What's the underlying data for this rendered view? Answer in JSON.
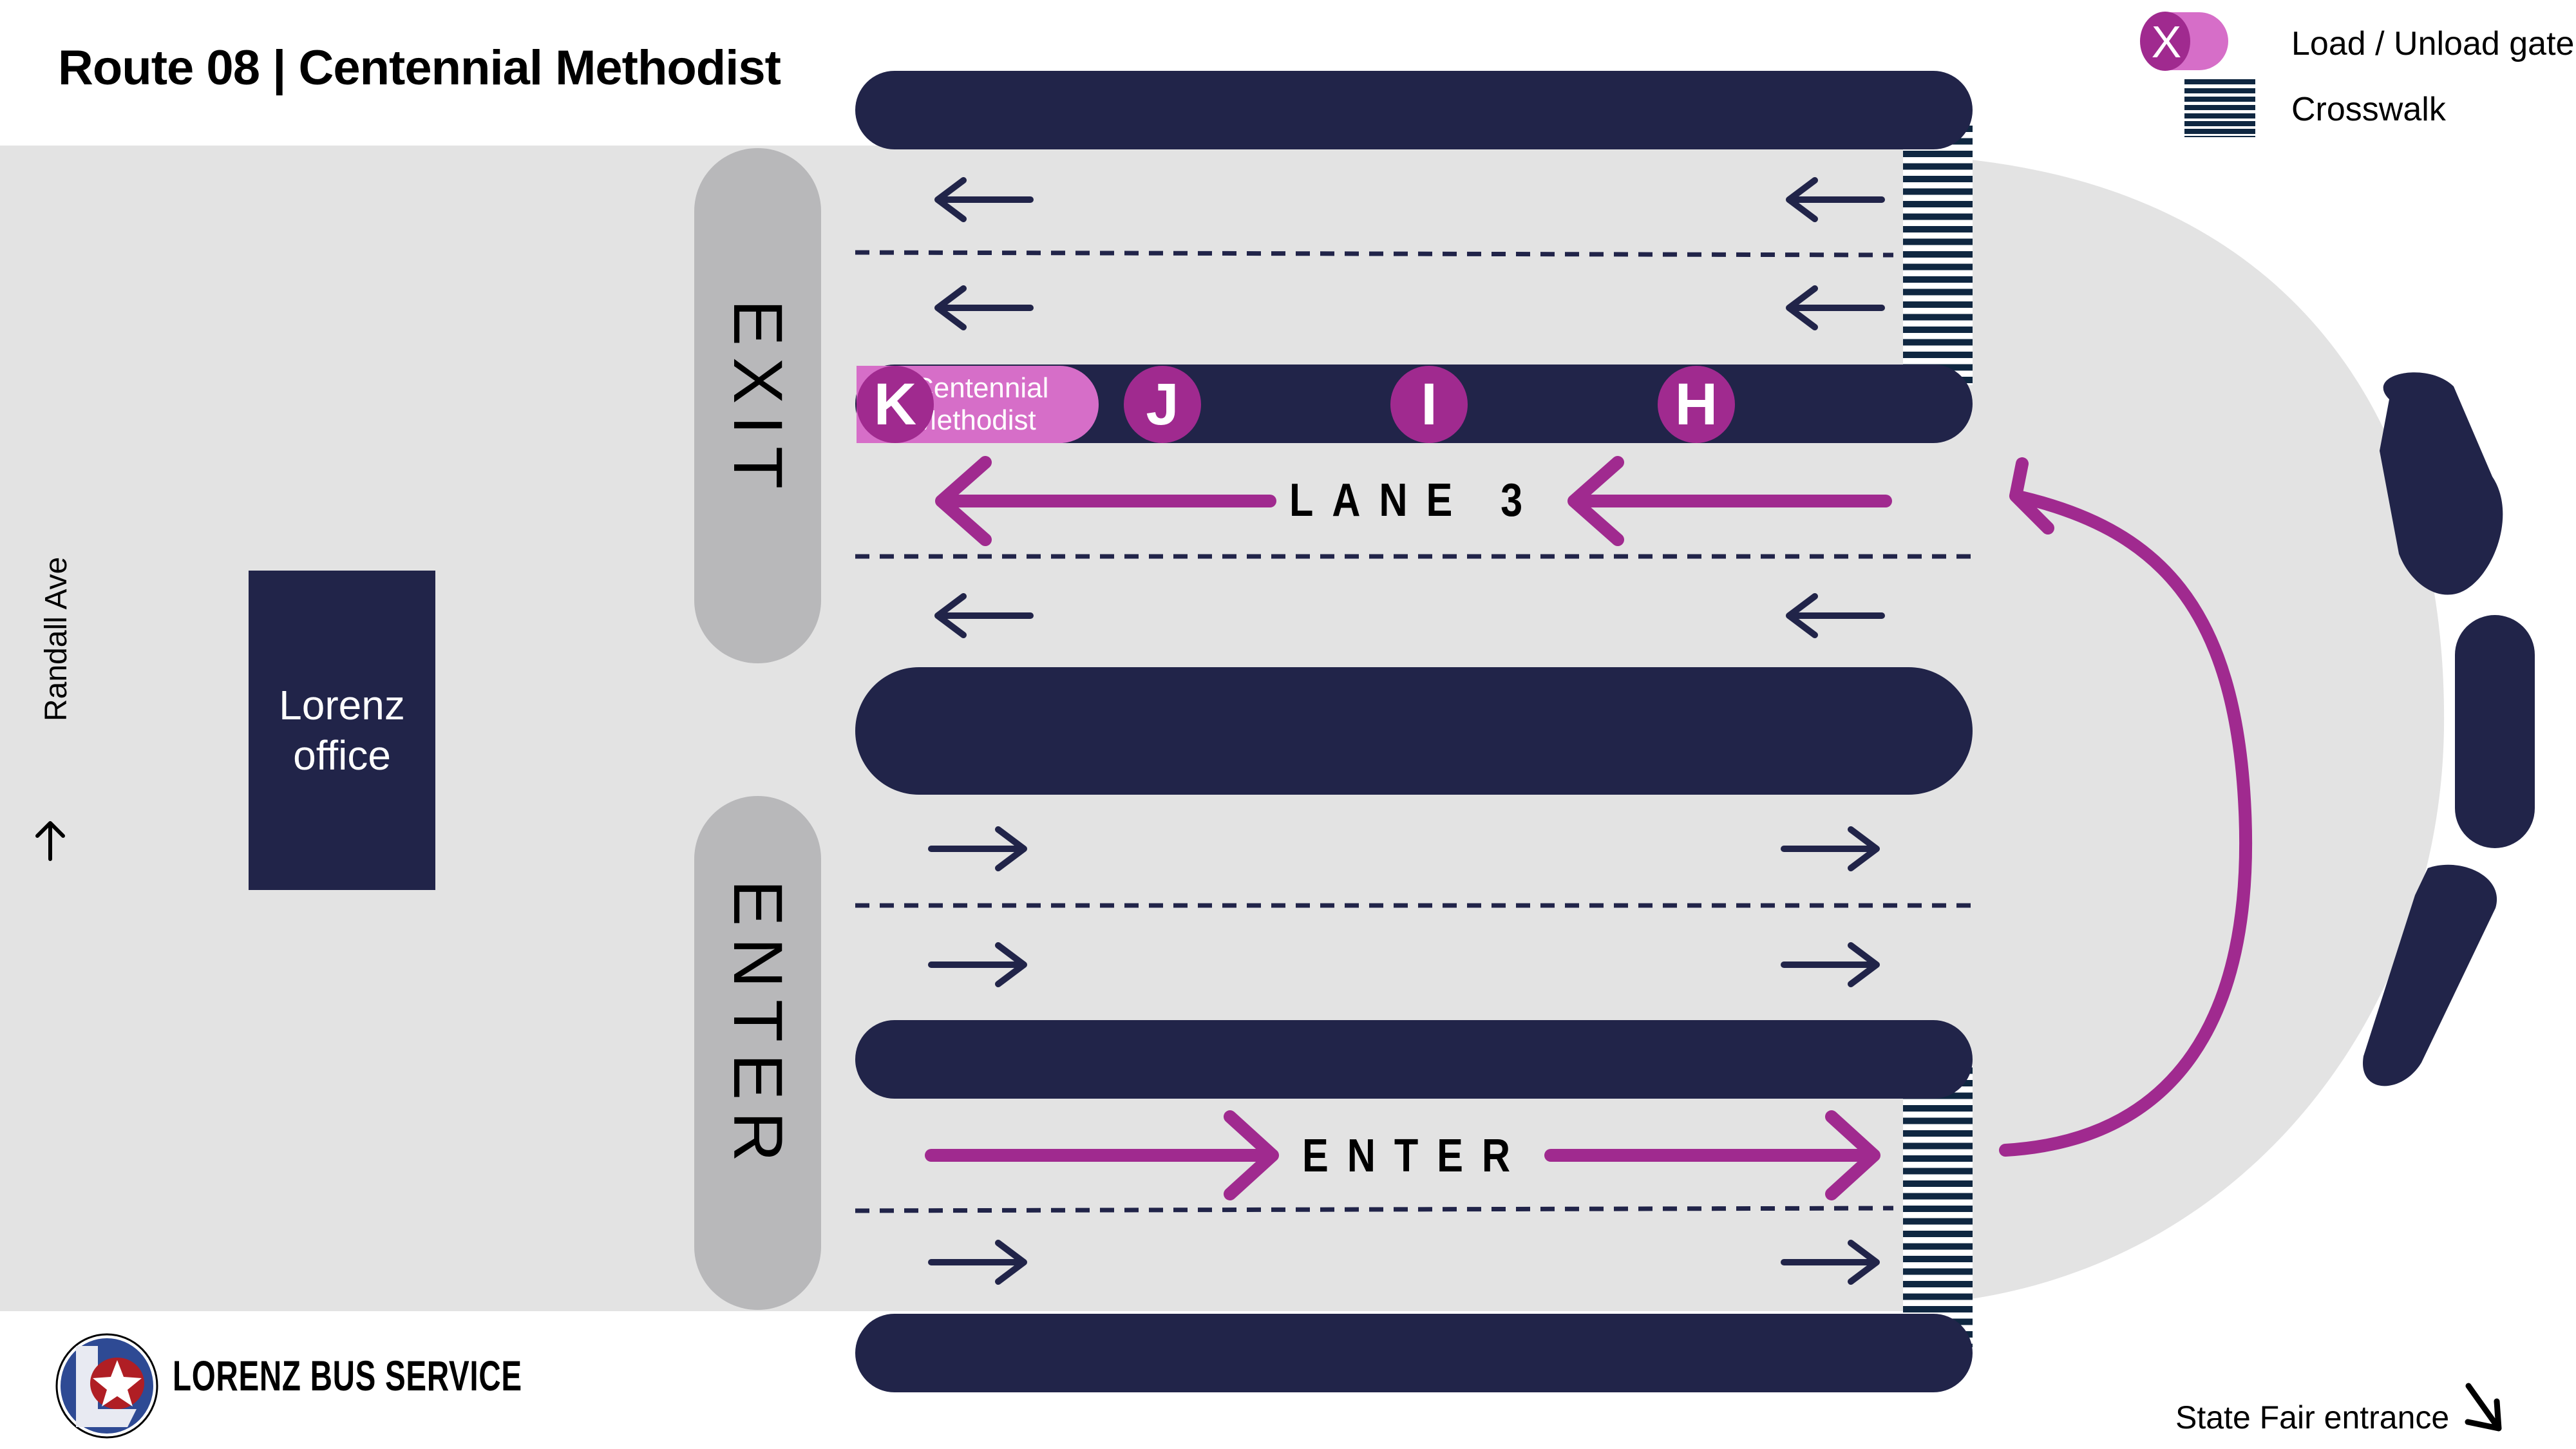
{
  "header": {
    "title": "Route 08 | Centennial Methodist"
  },
  "legend": {
    "items": [
      {
        "icon": "load-unload-gate-icon",
        "symbol": "X",
        "label": "Load / Unload gate"
      },
      {
        "icon": "crosswalk-icon",
        "label": "Crosswalk"
      }
    ]
  },
  "landmarks": {
    "office": [
      "Lorenz",
      "office"
    ],
    "street": "Randall Ave",
    "exit_label": "EXIT",
    "enter_label": "ENTER",
    "state_fair": "State Fair entrance"
  },
  "lanes": {
    "active_lane": "LANE 3",
    "enter_lane": "ENTER"
  },
  "gates": [
    {
      "letter": "K",
      "name": "Centennial Methodist",
      "name_lines": [
        "Centennial",
        "Methodist"
      ],
      "active": true
    },
    {
      "letter": "J",
      "active": false
    },
    {
      "letter": "I",
      "active": false
    },
    {
      "letter": "H",
      "active": false
    }
  ],
  "brand": {
    "name": "LORENZ BUS SERVICE"
  },
  "colors": {
    "navy": "#212449",
    "crosswalk": "#0f2741",
    "gate_purple": "#a02a8f",
    "gate_highlight": "#d66ec8",
    "pavement": "#e3e3e3",
    "island_gray": "#b8b8ba",
    "logo_blue": "#2e4a94",
    "logo_red": "#b01e24"
  }
}
